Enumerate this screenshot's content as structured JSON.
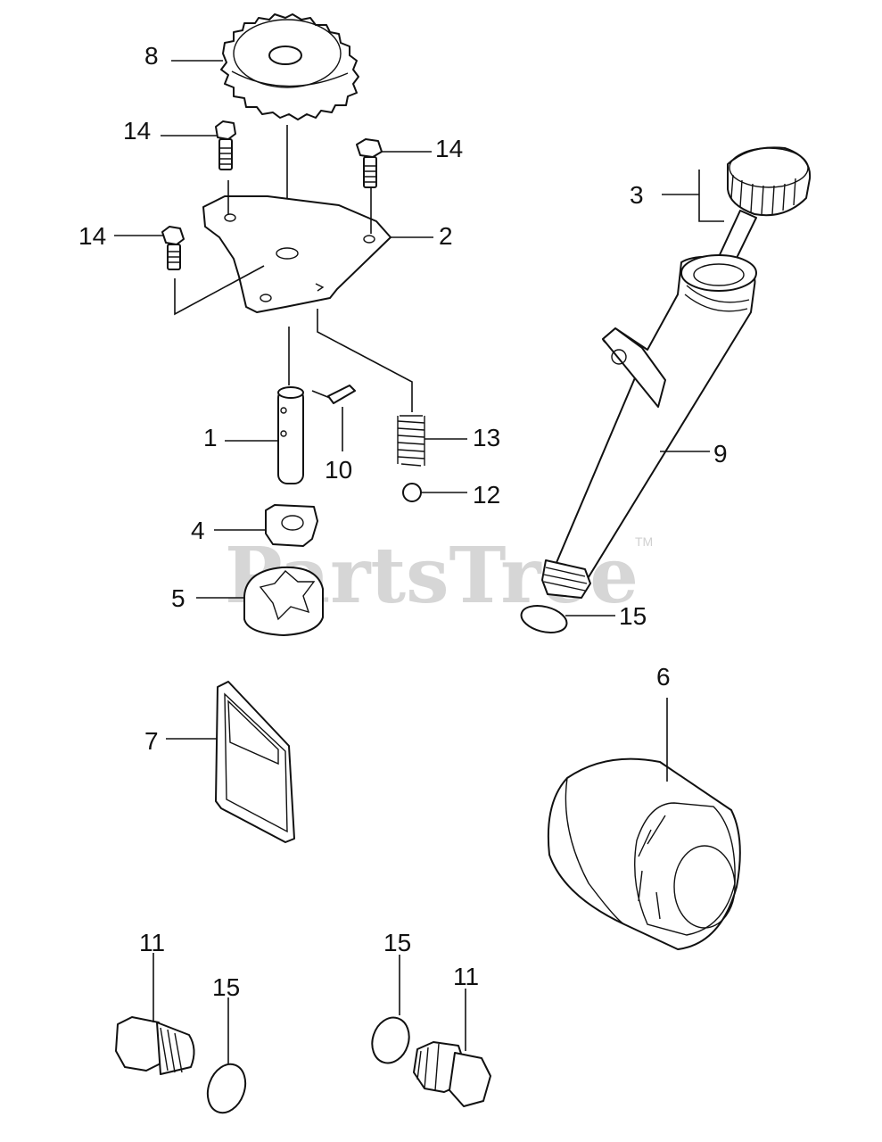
{
  "watermark": {
    "text": "PartsTree",
    "tm": "TM"
  },
  "callouts": {
    "c1": "1",
    "c2": "2",
    "c3": "3",
    "c4": "4",
    "c5": "5",
    "c6": "6",
    "c7": "7",
    "c8": "8",
    "c9": "9",
    "c10": "10",
    "c12": "12",
    "c13": "13",
    "c14a": "14",
    "c14b": "14",
    "c14c": "14",
    "c15a": "15",
    "c15b": "15",
    "c15c": "15",
    "c11a": "11",
    "c11b": "11"
  }
}
